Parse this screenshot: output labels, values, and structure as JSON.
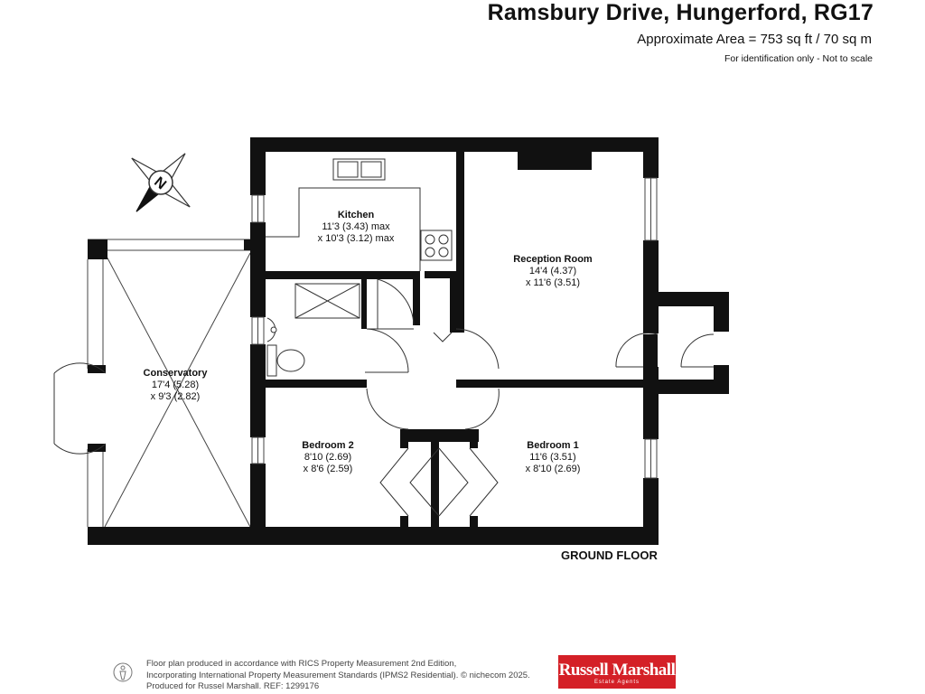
{
  "header": {
    "title": "Ramsbury Drive, Hungerford, RG17",
    "area": "Approximate Area = 753 sq ft / 70 sq m",
    "note": "For identification only - Not to scale"
  },
  "compass": {
    "letter": "N"
  },
  "rooms": {
    "kitchen": {
      "name": "Kitchen",
      "dim1": "11'3 (3.43) max",
      "dim2": "x 10'3 (3.12) max"
    },
    "reception": {
      "name": "Reception Room",
      "dim1": "14'4 (4.37)",
      "dim2": "x 11'6 (3.51)"
    },
    "conservatory": {
      "name": "Conservatory",
      "dim1": "17'4 (5.28)",
      "dim2": "x 9'3 (2.82)"
    },
    "bedroom2": {
      "name": "Bedroom 2",
      "dim1": "8'10 (2.69)",
      "dim2": "x 8'6 (2.59)"
    },
    "bedroom1": {
      "name": "Bedroom 1",
      "dim1": "11'6 (3.51)",
      "dim2": "x 8'10 (2.69)"
    }
  },
  "floor_label": "GROUND FLOOR",
  "footer": {
    "line1": "Floor plan produced in accordance with RICS Property Measurement 2nd Edition,",
    "line2": "Incorporating International Property Measurement Standards (IPMS2 Residential).  © nichecom 2025.",
    "line3": "Produced for Russel Marshall.   REF: 1299176"
  },
  "logo": {
    "name": "Russell Marshall",
    "sub": "Estate Agents",
    "color": "#d42027"
  }
}
